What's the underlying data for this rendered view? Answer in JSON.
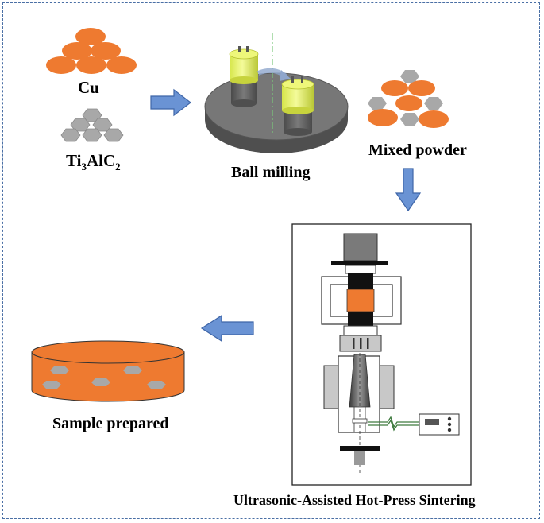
{
  "labels": {
    "cu": "Cu",
    "ti3alc2": {
      "a": "Ti",
      "b": "3",
      "c": "AlC",
      "d": "2"
    },
    "ball_milling": "Ball milling",
    "mixed_powder": "Mixed powder",
    "sample_prepared": "Sample prepared",
    "sintering": "Ultrasonic-Assisted Hot-Press Sintering"
  },
  "colors": {
    "copper": "#ee7a30",
    "ti3alc2": "#a8a8a8",
    "arrow": "#6a93d4",
    "frame": "#4a6fa5",
    "jar": "#e2ef5a",
    "platform": "#6a6a6a"
  }
}
